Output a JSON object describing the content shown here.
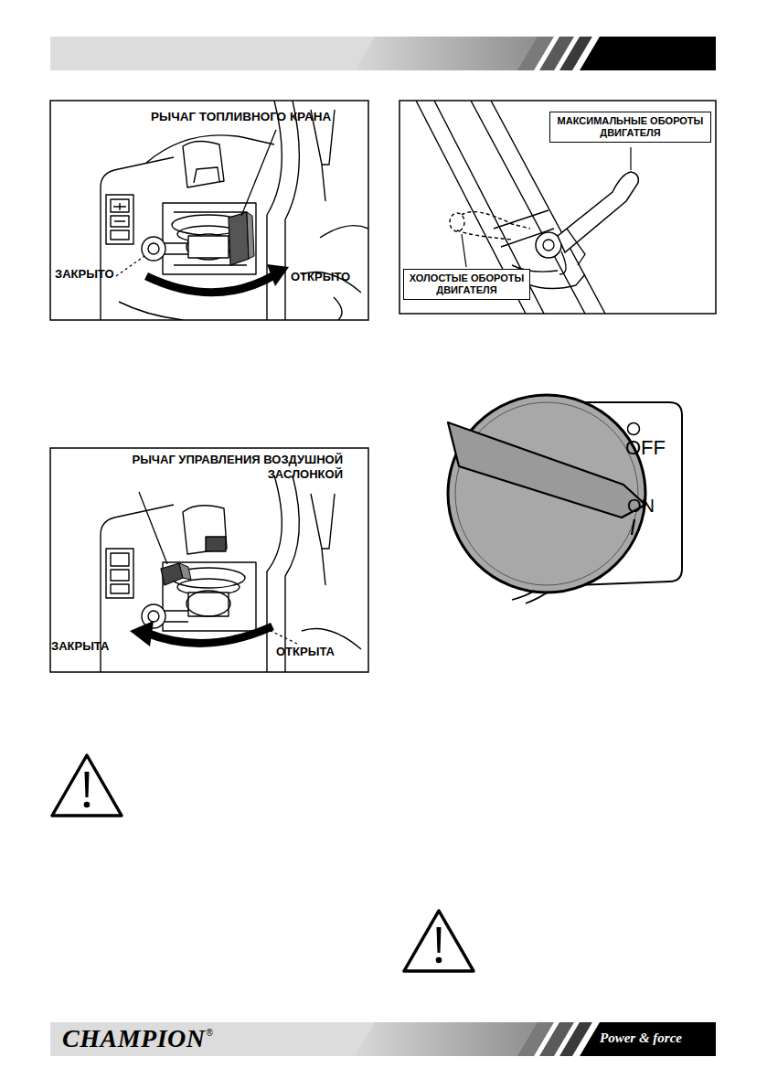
{
  "diagram": {
    "nodes": [
      {
        "text": [
          "МАКСИМАЛЬНЫЕ ОБОРОТЫ ДВИГАТЕЛЯ"
        ]
      },
      {
        "text": [
          "ХОЛОСТЫЕ ОБОРОТЫ ДВИГАТЕЛЯ"
        ]
      }
    ],
    "labels": [
      "РЫЧАГ ТОПЛИВНОГО КРАНА",
      "ЗАКРЫТО",
      "ОТКРЫТО",
      "РЫЧАГ УПРАВЛЕНИЯ ВОЗДУШНОЙ ЗАСЛОНКОЙ",
      "ЗАКРЫТА",
      "ОТКРЫТА",
      "OFF",
      "ON",
      "CHAMPION",
      "®",
      "Power & force"
    ]
  }
}
